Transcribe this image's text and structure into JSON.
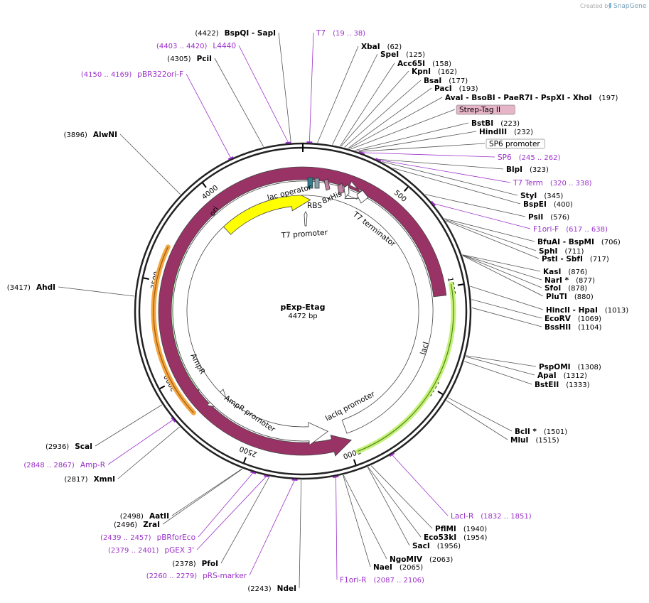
{
  "credit": {
    "text": "Created by",
    "brand": "SnapGene"
  },
  "plasmid": {
    "name": "pExp-Etag",
    "length": "4472 bp",
    "bp": 4472
  },
  "ticks": [
    {
      "label": "500",
      "bp": 500
    },
    {
      "label": "1000",
      "bp": 1000
    },
    {
      "label": "1500",
      "bp": 1500
    },
    {
      "label": "2000",
      "bp": 2000
    },
    {
      "label": "2500",
      "bp": 2500
    },
    {
      "label": "3000",
      "bp": 3000
    },
    {
      "label": "3500",
      "bp": 3500
    },
    {
      "label": "4000",
      "bp": 4000
    }
  ],
  "features": [
    {
      "name": "ori",
      "start": 3935,
      "end": 4520,
      "dir": "cw",
      "color": "#ffff00"
    },
    {
      "name": "AmpR",
      "start": 3690,
      "end": 2890,
      "dir": "ccw",
      "color": "#ccffcc"
    },
    {
      "name": "lacI",
      "start": 1040,
      "end": 1980,
      "dir": "ccw",
      "color": "#993366"
    },
    {
      "name": "AmpR promoter",
      "start": 2790,
      "end": 2690,
      "dir": "ccw",
      "color": "#ffffff"
    },
    {
      "name": "lacIq promoter",
      "start": 1990,
      "end": 2090,
      "dir": "ccw",
      "color": "#ffffff"
    },
    {
      "name": "T7 terminator",
      "start": 320,
      "end": 360,
      "dir": "cw",
      "color": "#ffffff"
    }
  ],
  "orf_arcs": [
    {
      "start": 3670,
      "end": 2820,
      "color": "#f4a742",
      "stroke": "#9a5a10"
    },
    {
      "start": 990,
      "end": 1970,
      "color": "#c6f07a",
      "stroke": "#4c8a16"
    }
  ],
  "mini_features": [
    {
      "name": "lac operator",
      "color": "#2f7f8f"
    },
    {
      "name": "RBS",
      "color": "#8aa0aa"
    },
    {
      "name": "8xHis",
      "color": "#c080a0"
    },
    {
      "name": "T7 promoter",
      "color": "#ffffff"
    }
  ],
  "right_labels": [
    {
      "name": "T7",
      "pos": "(19 .. 38)",
      "bp": 28,
      "primer": true
    },
    {
      "name": "XbaI",
      "pos": "(62)",
      "bp": 62
    },
    {
      "name": "SpeI",
      "pos": "(125)",
      "bp": 125
    },
    {
      "name": "Acc65I",
      "pos": "(158)",
      "bp": 158
    },
    {
      "name": "KpnI",
      "pos": "(162)",
      "bp": 162
    },
    {
      "name": "BsaI",
      "pos": "(177)",
      "bp": 177
    },
    {
      "name": "PacI",
      "pos": "(193)",
      "bp": 193
    },
    {
      "name": "AvaI  - BsoBI  - PaeR7I  - PspXI  - XhoI",
      "pos": "(197)",
      "bp": 197
    },
    {
      "name": "Strep-Tag II",
      "pos": "",
      "bp": 205,
      "box": "#e8b4c8"
    },
    {
      "name": "BstBI",
      "pos": "(223)",
      "bp": 223
    },
    {
      "name": "HindIII",
      "pos": "(232)",
      "bp": 232
    },
    {
      "name": "SP6 promoter",
      "pos": "",
      "bp": 240,
      "box": "#ffffff"
    },
    {
      "name": "SP6",
      "pos": "(245 .. 262)",
      "bp": 253,
      "primer": true
    },
    {
      "name": "BlpI",
      "pos": "(323)",
      "bp": 323
    },
    {
      "name": "T7 Term",
      "pos": "(320 .. 338)",
      "bp": 329,
      "primer": true
    },
    {
      "name": "StyI",
      "pos": "(345)",
      "bp": 345
    },
    {
      "name": "BspEI",
      "pos": "(400)",
      "bp": 400
    },
    {
      "name": "PsiI",
      "pos": "(576)",
      "bp": 576
    },
    {
      "name": "F1ori-F",
      "pos": "(617 .. 638)",
      "bp": 627,
      "primer": true
    },
    {
      "name": "BfuAI  - BspMI",
      "pos": "(706)",
      "bp": 706
    },
    {
      "name": "SphI",
      "pos": "(711)",
      "bp": 711
    },
    {
      "name": "PstI  - SbfI",
      "pos": "(717)",
      "bp": 717
    },
    {
      "name": "KasI",
      "pos": "(876)",
      "bp": 876
    },
    {
      "name": "NarI *",
      "pos": "(877)",
      "bp": 877
    },
    {
      "name": "SfoI",
      "pos": "(878)",
      "bp": 878
    },
    {
      "name": "PluTI",
      "pos": "(880)",
      "bp": 880
    },
    {
      "name": "HincII  - HpaI",
      "pos": "(1013)",
      "bp": 1013
    },
    {
      "name": "EcoRV",
      "pos": "(1069)",
      "bp": 1069
    },
    {
      "name": "BssHII",
      "pos": "(1104)",
      "bp": 1104
    },
    {
      "name": "PspOMI",
      "pos": "(1308)",
      "bp": 1308
    },
    {
      "name": "ApaI",
      "pos": "(1312)",
      "bp": 1312
    },
    {
      "name": "BstEII",
      "pos": "(1333)",
      "bp": 1333
    },
    {
      "name": "BclI *",
      "pos": "(1501)",
      "bp": 1501
    },
    {
      "name": "MluI",
      "pos": "(1515)",
      "bp": 1515
    },
    {
      "name": "LacI-R",
      "pos": "(1832 .. 1851)",
      "bp": 1841,
      "primer": true
    },
    {
      "name": "PflMI",
      "pos": "(1940)",
      "bp": 1940
    },
    {
      "name": "Eco53kI",
      "pos": "(1954)",
      "bp": 1954
    },
    {
      "name": "SacI",
      "pos": "(1956)",
      "bp": 1956
    },
    {
      "name": "NgoMIV",
      "pos": "(2063)",
      "bp": 2063
    },
    {
      "name": "NaeI",
      "pos": "(2065)",
      "bp": 2065
    },
    {
      "name": "F1ori-R",
      "pos": "(2087 .. 2106)",
      "bp": 2096,
      "primer": true
    }
  ],
  "left_labels": [
    {
      "name": "BspQI  - SapI",
      "pos": "(4422)",
      "bp": 4422
    },
    {
      "name": "L4440",
      "pos": "(4403 .. 4420)",
      "bp": 4411,
      "primer": true
    },
    {
      "name": "PciI",
      "pos": "(4305)",
      "bp": 4305
    },
    {
      "name": "pBR322ori-F",
      "pos": "(4150 .. 4169)",
      "bp": 4159,
      "primer": true
    },
    {
      "name": "AlwNI",
      "pos": "(3896)",
      "bp": 3896
    },
    {
      "name": "AhdI",
      "pos": "(3417)",
      "bp": 3417
    },
    {
      "name": "ScaI",
      "pos": "(2936)",
      "bp": 2936
    },
    {
      "name": "Amp-R",
      "pos": "(2848 .. 2867)",
      "bp": 2857,
      "primer": true
    },
    {
      "name": "XmnI",
      "pos": "(2817)",
      "bp": 2817
    },
    {
      "name": "AatII",
      "pos": "(2498)",
      "bp": 2498
    },
    {
      "name": "ZraI",
      "pos": "(2496)",
      "bp": 2496
    },
    {
      "name": "pBRforEco",
      "pos": "(2439 .. 2457)",
      "bp": 2448,
      "primer": true
    },
    {
      "name": "pGEX 3'",
      "pos": "(2379 .. 2401)",
      "bp": 2390,
      "primer": true
    },
    {
      "name": "PfoI",
      "pos": "(2378)",
      "bp": 2378
    },
    {
      "name": "pRS-marker",
      "pos": "(2260 .. 2279)",
      "bp": 2270,
      "primer": true
    },
    {
      "name": "NdeI",
      "pos": "(2243)",
      "bp": 2243
    }
  ]
}
